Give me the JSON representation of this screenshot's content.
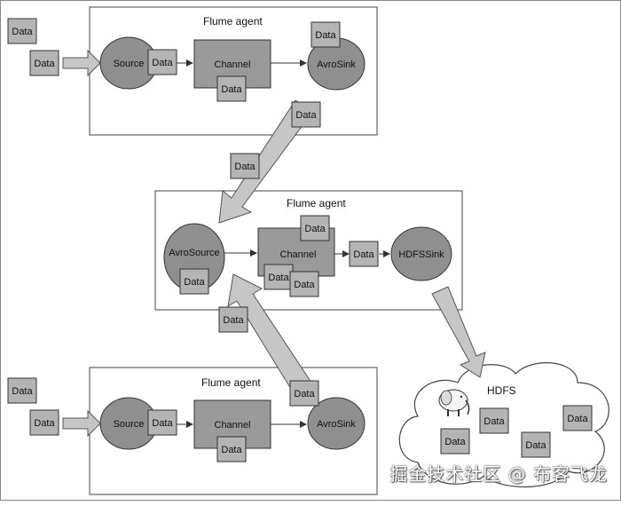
{
  "agents": {
    "top": {
      "title": "Flume agent",
      "source": "Source",
      "channel": "Channel",
      "sink": "AvroSink"
    },
    "middle": {
      "title": "Flume agent",
      "source": "AvroSource",
      "channel": "Channel",
      "sink": "HDFSSink"
    },
    "bottom": {
      "title": "Flume agent",
      "source": "Source",
      "channel": "Channel",
      "sink": "AvroSink"
    }
  },
  "hdfs": {
    "label": "HDFS"
  },
  "data_label": "Data",
  "watermark": "掘金技术社区 @ 布客飞龙"
}
